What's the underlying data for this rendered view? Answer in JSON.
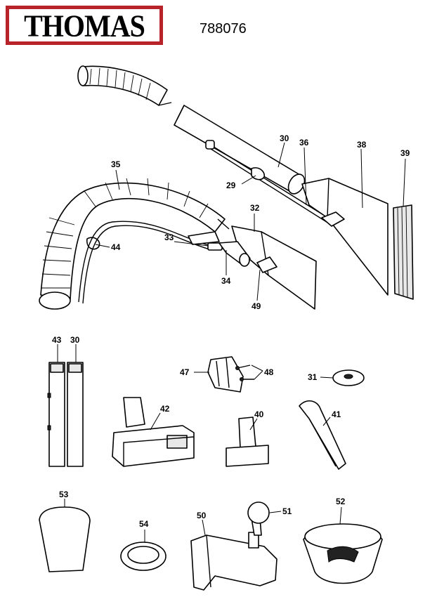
{
  "header": {
    "brand": "THOMAS",
    "model_number": "788076",
    "brand_color": "#b8232a"
  },
  "callouts": {
    "p30a": "30",
    "p36": "36",
    "p38": "38",
    "p39": "39",
    "p29": "29",
    "p35": "35",
    "p32": "32",
    "p33": "33",
    "p44": "44",
    "p34": "34",
    "p49": "49",
    "p43": "43",
    "p30b": "30",
    "p47": "47",
    "p48": "48",
    "p31": "31",
    "p42": "42",
    "p40": "40",
    "p41": "41",
    "p53": "53",
    "p54": "54",
    "p50": "50",
    "p51": "51",
    "p52": "52"
  }
}
